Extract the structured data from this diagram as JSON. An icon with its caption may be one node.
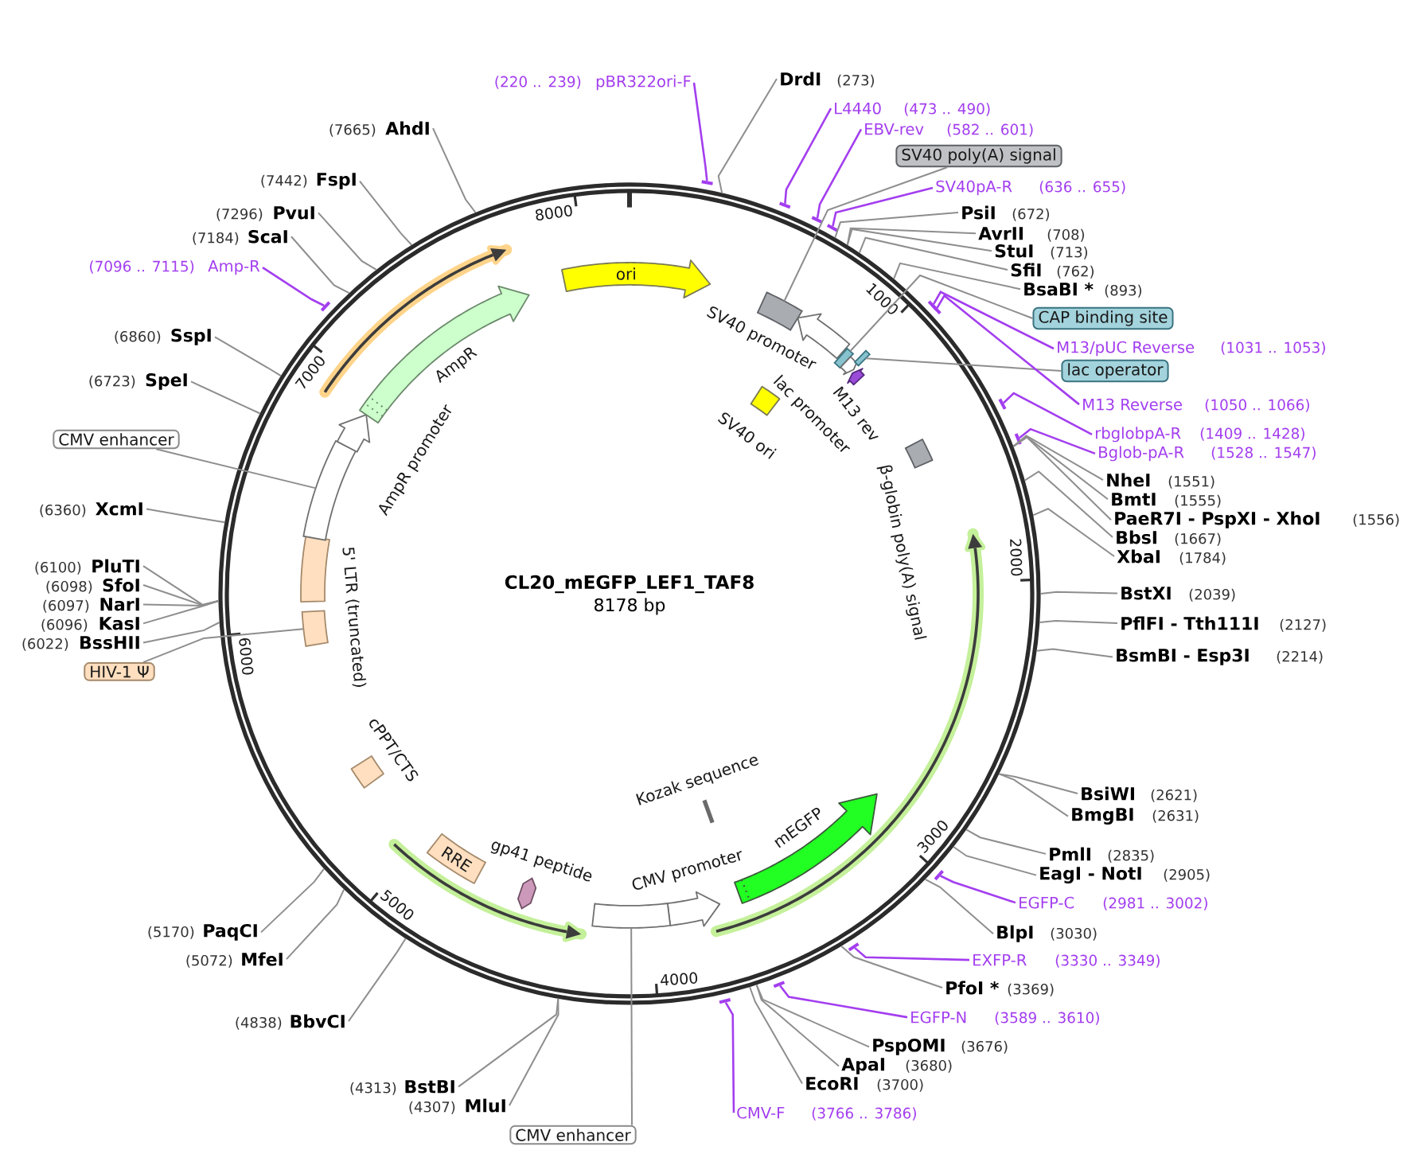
{
  "diagram": {
    "nodes": [
      {
        "text": [
          "CL20_mEGFP_LEF1_TAF8",
          "8178 bp"
        ]
      },
      {
        "text": [
          "ori"
        ],
        "in": 0
      },
      {
        "text": [],
        "shape": "box",
        "in": 0
      },
      {
        "text": [
          "SV40 promoter"
        ],
        "in": 0
      },
      {
        "text": [
          "SV40 ori"
        ],
        "in": 0
      },
      {
        "text": [],
        "shape": "box",
        "in": 0
      },
      {
        "text": [
          "lac promoter"
        ],
        "in": 0
      },
      {
        "text": [],
        "shape": "box",
        "in": 0
      },
      {
        "text": [
          "M13 rev"
        ],
        "in": 0
      },
      {
        "text": [
          "β-globin poly(A) signal"
        ],
        "in": 0
      },
      {
        "text": [
          "mEGFP"
        ],
        "in": 0
      },
      {
        "text": [
          "Kozak sequence"
        ],
        "in": 0
      },
      {
        "text": [
          "CMV promoter"
        ],
        "in": 0
      },
      {
        "text": [],
        "shape": "box",
        "in": 0
      },
      {
        "text": [
          "gp41 peptide"
        ],
        "in": 0
      },
      {
        "text": [
          "RRE"
        ],
        "in": 0
      },
      {
        "text": [
          "cPPT/CTS"
        ],
        "in": 0
      },
      {
        "text": [],
        "shape": "box",
        "in": 0
      },
      {
        "text": [
          "5' LTR (truncated)"
        ],
        "in": 0
      },
      {
        "text": [],
        "shape": "box",
        "in": 0
      },
      {
        "text": [
          "AmpR promoter"
        ],
        "in": 0
      },
      {
        "text": [
          "AmpR"
        ],
        "in": 0
      },
      {
        "text": [
          "pBR322ori-F"
        ],
        "beside": [
          "(220 .. 239)"
        ]
      },
      {
        "text": [
          "DrdI"
        ],
        "beside": [
          "(273)"
        ]
      },
      {
        "text": [
          "L4440"
        ],
        "beside": [
          "(473 .. 490)"
        ]
      },
      {
        "text": [
          "EBV-rev"
        ],
        "beside": [
          "(582 .. 601)"
        ]
      },
      {
        "text": [
          "SV40 poly(A) signal"
        ]
      },
      {
        "text": [
          "SV40pA-R"
        ],
        "beside": [
          "(636 .. 655)"
        ]
      },
      {
        "text": [
          "PsiI"
        ],
        "beside": [
          "(672)"
        ]
      },
      {
        "text": [
          "AvrII"
        ],
        "beside": [
          "(708)"
        ]
      },
      {
        "text": [
          "StuI"
        ],
        "beside": [
          "(713)"
        ]
      },
      {
        "text": [
          "SfiI"
        ],
        "beside": [
          "(762)"
        ]
      },
      {
        "text": [
          "BsaBI *"
        ],
        "beside": [
          "(893)"
        ]
      },
      {
        "text": [
          "CAP binding site"
        ]
      },
      {
        "text": [
          "M13/pUC Reverse"
        ],
        "beside": [
          "(1031 .. 1053)"
        ]
      },
      {
        "text": [
          "lac operator"
        ]
      },
      {
        "text": [
          "M13 Reverse"
        ],
        "beside": [
          "(1050 .. 1066)"
        ]
      },
      {
        "text": [
          "rbglobpA-R"
        ],
        "beside": [
          "(1409 .. 1428)"
        ]
      },
      {
        "text": [
          "Bglob-pA-R"
        ],
        "beside": [
          "(1528 .. 1547)"
        ]
      },
      {
        "text": [
          "NheI"
        ],
        "beside": [
          "(1551)"
        ]
      },
      {
        "text": [
          "BmtI"
        ],
        "beside": [
          "(1555)"
        ]
      },
      {
        "text": [
          "PaeR7I - PspXI - XhoI"
        ],
        "beside": [
          "(1556)"
        ]
      },
      {
        "text": [
          "BbsI"
        ],
        "beside": [
          "(1667)"
        ]
      },
      {
        "text": [
          "XbaI"
        ],
        "beside": [
          "(1784)"
        ]
      },
      {
        "text": [
          "BstXI"
        ],
        "beside": [
          "(2039)"
        ]
      },
      {
        "text": [
          "PflFI - Tth111I"
        ],
        "beside": [
          "(2127)"
        ]
      },
      {
        "text": [
          "BsmBI - Esp3I"
        ],
        "beside": [
          "(2214)"
        ]
      },
      {
        "text": [
          "BsiWI"
        ],
        "beside": [
          "(2621)"
        ]
      },
      {
        "text": [
          "BmgBI"
        ],
        "beside": [
          "(2631)"
        ]
      },
      {
        "text": [
          "PmlI"
        ],
        "beside": [
          "(2835)"
        ]
      },
      {
        "text": [
          "EagI - NotI"
        ],
        "beside": [
          "(2905)"
        ]
      },
      {
        "text": [
          "EGFP-C"
        ],
        "beside": [
          "(2981 .. 3002)"
        ]
      },
      {
        "text": [
          "BlpI"
        ],
        "beside": [
          "(3030)"
        ]
      },
      {
        "text": [
          "EXFP-R"
        ],
        "beside": [
          "(3330 .. 3349)"
        ]
      },
      {
        "text": [
          "PfoI *"
        ],
        "beside": [
          "(3369)"
        ]
      },
      {
        "text": [
          "EGFP-N"
        ],
        "beside": [
          "(3589 .. 3610)"
        ]
      },
      {
        "text": [
          "PspOMI"
        ],
        "beside": [
          "(3676)"
        ]
      },
      {
        "text": [
          "ApaI"
        ],
        "beside": [
          "(3680)"
        ]
      },
      {
        "text": [
          "EcoRI"
        ],
        "beside": [
          "(3700)"
        ]
      },
      {
        "text": [
          "CMV-F"
        ],
        "beside": [
          "(3766 .. 3786)"
        ]
      },
      {
        "text": [
          "CMV enhancer"
        ]
      },
      {
        "text": [
          "MluI"
        ],
        "beside": [
          "(4307)"
        ]
      },
      {
        "text": [
          "BstBI"
        ],
        "beside": [
          "(4313)"
        ]
      },
      {
        "text": [
          "BbvCI"
        ],
        "beside": [
          "(4838)"
        ]
      },
      {
        "text": [
          "MfeI"
        ],
        "beside": [
          "(5072)"
        ]
      },
      {
        "text": [
          "PaqCI"
        ],
        "beside": [
          "(5170)"
        ]
      },
      {
        "text": [
          "HIV-1 Ψ"
        ]
      },
      {
        "text": [
          "BssHII"
        ],
        "beside": [
          "(6022)"
        ]
      },
      {
        "text": [
          "KasI"
        ],
        "beside": [
          "(6096)"
        ]
      },
      {
        "text": [
          "NarI"
        ],
        "beside": [
          "(6097)"
        ]
      },
      {
        "text": [
          "SfoI"
        ],
        "beside": [
          "(6098)"
        ]
      },
      {
        "text": [
          "PluTI"
        ],
        "beside": [
          "(6100)"
        ]
      },
      {
        "text": [
          "XcmI"
        ],
        "beside": [
          "(6360)"
        ]
      },
      {
        "text": [
          "CMV enhancer"
        ]
      },
      {
        "text": [
          "SpeI"
        ],
        "beside": [
          "(6723)"
        ]
      },
      {
        "text": [
          "SspI"
        ],
        "beside": [
          "(6860)"
        ]
      },
      {
        "text": [
          "Amp-R"
        ],
        "beside": [
          "(7096 .. 7115)"
        ]
      },
      {
        "text": [
          "ScaI"
        ],
        "beside": [
          "(7184)"
        ]
      },
      {
        "text": [
          "PvuI"
        ],
        "beside": [
          "(7296)"
        ]
      },
      {
        "text": [
          "FspI"
        ],
        "beside": [
          "(7442)"
        ]
      },
      {
        "text": [
          "AhdI"
        ],
        "beside": [
          "(7665)"
        ]
      },
      {
        "text": [],
        "shape": "bar"
      },
      {
        "text": [],
        "shape": "bar"
      },
      {
        "text": [],
        "shape": "bar"
      },
      {
        "text": [],
        "shape": "bar"
      },
      {
        "text": [],
        "shape": "bar"
      },
      {
        "text": [],
        "shape": "bar"
      },
      {
        "text": [],
        "shape": "bar"
      },
      {
        "text": [],
        "shape": "bar"
      },
      {
        "text": [],
        "shape": "bar"
      },
      {
        "text": [],
        "shape": "bar"
      },
      {
        "text": [],
        "shape": "bar"
      },
      {
        "text": [],
        "shape": "bar"
      },
      {
        "text": [],
        "shape": "bar"
      }
    ],
    "edges": [
      {
        "from": 22,
        "to": 81,
        "arrow": "none",
        "color": "#a33eef"
      },
      {
        "from": 23,
        "to": 0,
        "arrow": "none"
      },
      {
        "from": 24,
        "to": 82,
        "arrow": "none",
        "color": "#a33eef"
      },
      {
        "from": 25,
        "to": 83,
        "arrow": "none",
        "color": "#a33eef"
      },
      {
        "from": 26,
        "to": 2,
        "arrow": "none"
      },
      {
        "from": 27,
        "to": 84,
        "arrow": "none",
        "color": "#a33eef"
      },
      {
        "from": 28,
        "to": 0,
        "arrow": "none"
      },
      {
        "from": 29,
        "to": 0,
        "arrow": "none"
      },
      {
        "from": 30,
        "to": 0,
        "arrow": "none"
      },
      {
        "from": 31,
        "to": 0,
        "arrow": "none"
      },
      {
        "from": 32,
        "to": 0,
        "arrow": "none"
      },
      {
        "from": 33,
        "to": 5,
        "arrow": "none"
      },
      {
        "from": 34,
        "to": 85,
        "arrow": "none",
        "color": "#a33eef"
      },
      {
        "from": 35,
        "to": 7,
        "arrow": "none"
      },
      {
        "from": 36,
        "to": 86,
        "arrow": "none",
        "color": "#a33eef"
      },
      {
        "from": 37,
        "to": 87,
        "arrow": "none",
        "color": "#a33eef"
      },
      {
        "from": 38,
        "to": 88,
        "arrow": "none",
        "color": "#a33eef"
      },
      {
        "from": 39,
        "to": 0,
        "arrow": "none"
      },
      {
        "from": 40,
        "to": 0,
        "arrow": "none"
      },
      {
        "from": 41,
        "to": 0,
        "arrow": "none"
      },
      {
        "from": 42,
        "to": 0,
        "arrow": "none"
      },
      {
        "from": 43,
        "to": 0,
        "arrow": "none"
      },
      {
        "from": 44,
        "to": 0,
        "arrow": "none"
      },
      {
        "from": 45,
        "to": 0,
        "arrow": "none"
      },
      {
        "from": 46,
        "to": 0,
        "arrow": "none"
      },
      {
        "from": 47,
        "to": 0,
        "arrow": "none"
      },
      {
        "from": 48,
        "to": 0,
        "arrow": "none"
      },
      {
        "from": 49,
        "to": 0,
        "arrow": "none"
      },
      {
        "from": 50,
        "to": 0,
        "arrow": "none"
      },
      {
        "from": 51,
        "to": 89,
        "arrow": "none",
        "color": "#a33eef"
      },
      {
        "from": 52,
        "to": 0,
        "arrow": "none"
      },
      {
        "from": 53,
        "to": 90,
        "arrow": "none",
        "color": "#a33eef"
      },
      {
        "from": 54,
        "to": 0,
        "arrow": "none"
      },
      {
        "from": 55,
        "to": 91,
        "arrow": "none",
        "color": "#a33eef"
      },
      {
        "from": 56,
        "to": 0,
        "arrow": "none"
      },
      {
        "from": 57,
        "to": 0,
        "arrow": "none"
      },
      {
        "from": 58,
        "to": 0,
        "arrow": "none"
      },
      {
        "from": 59,
        "to": 92,
        "arrow": "none",
        "color": "#a33eef"
      },
      {
        "from": 60,
        "to": 13,
        "arrow": "none"
      },
      {
        "from": 61,
        "to": 0,
        "arrow": "none"
      },
      {
        "from": 62,
        "to": 0,
        "arrow": "none"
      },
      {
        "from": 63,
        "to": 0,
        "arrow": "none"
      },
      {
        "from": 64,
        "to": 0,
        "arrow": "none"
      },
      {
        "from": 65,
        "to": 0,
        "arrow": "none"
      },
      {
        "from": 66,
        "to": 17,
        "arrow": "none"
      },
      {
        "from": 67,
        "to": 0,
        "arrow": "none"
      },
      {
        "from": 68,
        "to": 0,
        "arrow": "none"
      },
      {
        "from": 69,
        "to": 0,
        "arrow": "none"
      },
      {
        "from": 70,
        "to": 0,
        "arrow": "none"
      },
      {
        "from": 71,
        "to": 0,
        "arrow": "none"
      },
      {
        "from": 72,
        "to": 0,
        "arrow": "none"
      },
      {
        "from": 73,
        "to": 19,
        "arrow": "none"
      },
      {
        "from": 74,
        "to": 0,
        "arrow": "none"
      },
      {
        "from": 75,
        "to": 0,
        "arrow": "none"
      },
      {
        "from": 76,
        "to": 93,
        "arrow": "none",
        "color": "#a33eef"
      },
      {
        "from": 77,
        "to": 0,
        "arrow": "none"
      },
      {
        "from": 78,
        "to": 0,
        "arrow": "none"
      },
      {
        "from": 79,
        "to": 0,
        "arrow": "none"
      },
      {
        "from": 80,
        "to": 0,
        "arrow": "none"
      }
    ],
    "labels": [
      "1000",
      "2000",
      "3000",
      "4000",
      "5000",
      "6000",
      "7000",
      "8000"
    ]
  }
}
